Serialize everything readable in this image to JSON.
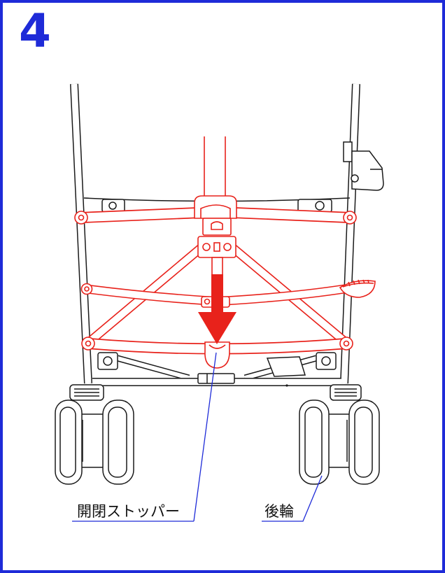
{
  "step_number": "4",
  "labels": {
    "stopper": "開閉ストッパー",
    "rear_wheel": "後輪"
  },
  "colors": {
    "border": "#1e2bd8",
    "highlight": "#e8221b",
    "line": "#1a1a1a",
    "leader": "#1e2bd8"
  }
}
